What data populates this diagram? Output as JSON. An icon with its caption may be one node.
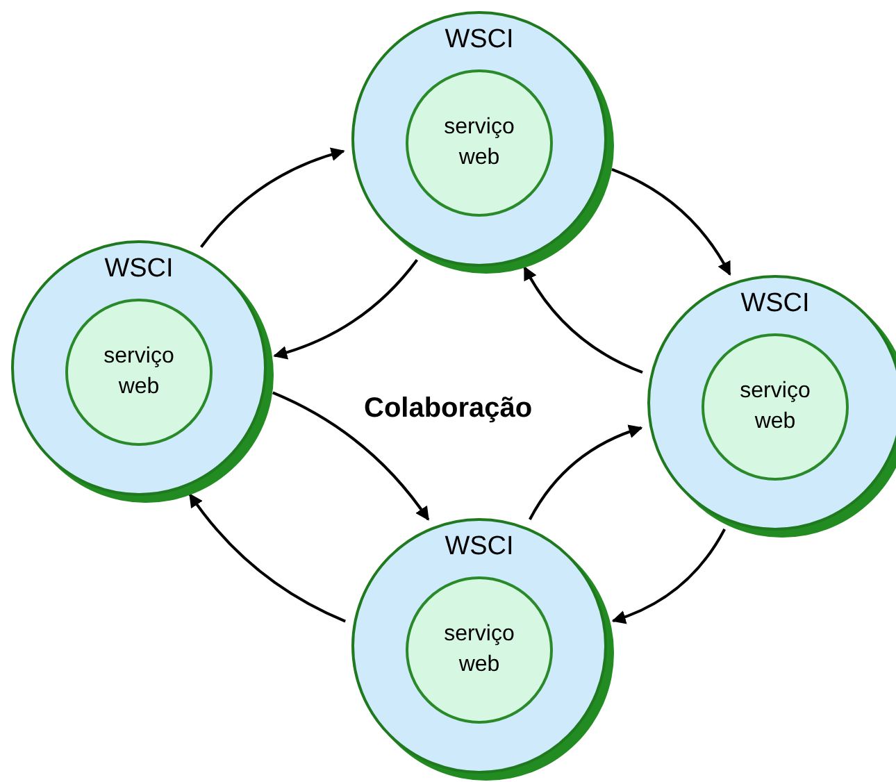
{
  "diagram": {
    "nodes": [
      {
        "text": [
          "WSCI"
        ]
      },
      {
        "text": [
          "serviço web"
        ],
        "in": 0
      },
      {
        "text": [
          "WSCI"
        ]
      },
      {
        "text": [
          "serviço web"
        ],
        "in": 2
      },
      {
        "text": [
          "WSCI"
        ]
      },
      {
        "text": [
          "serviço web"
        ],
        "in": 4
      },
      {
        "text": [
          "WSCI"
        ]
      },
      {
        "text": [
          "serviço web"
        ],
        "in": 6
      }
    ],
    "edges": [
      {
        "from": 2,
        "to": 0,
        "arrow": "to"
      },
      {
        "from": 0,
        "to": 2,
        "arrow": "to"
      },
      {
        "from": 0,
        "to": 4,
        "arrow": "to"
      },
      {
        "from": 4,
        "to": 0,
        "arrow": "to"
      },
      {
        "from": 2,
        "to": 6,
        "arrow": "to"
      },
      {
        "from": 6,
        "to": 2,
        "arrow": "to"
      },
      {
        "from": 6,
        "to": 4,
        "arrow": "to"
      },
      {
        "from": 4,
        "to": 6,
        "arrow": "to"
      }
    ],
    "labels": [
      "Colaboração"
    ]
  }
}
